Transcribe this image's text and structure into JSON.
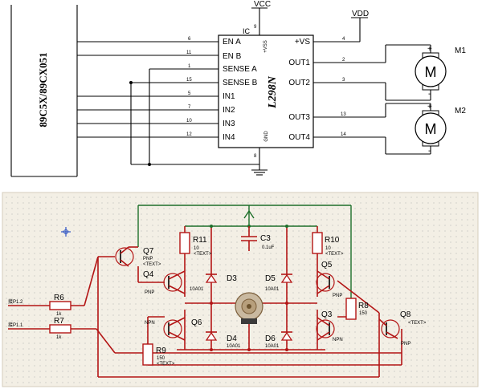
{
  "top": {
    "mcu_label": "89C5X/89CX051",
    "ic_label": "IC",
    "chip_name": "L298N",
    "vcc": "VCC",
    "vdd": "VDD",
    "vss_label": "+VSS",
    "gnd_label": "GND",
    "pin9": "9",
    "pin8": "8",
    "left_pins": [
      {
        "num": "6",
        "name": "EN A"
      },
      {
        "num": "11",
        "name": "EN B"
      },
      {
        "num": "1",
        "name": "SENSE A"
      },
      {
        "num": "15",
        "name": "SENSE B"
      },
      {
        "num": "5",
        "name": "IN1"
      },
      {
        "num": "7",
        "name": "IN2"
      },
      {
        "num": "10",
        "name": "IN3"
      },
      {
        "num": "12",
        "name": "IN4"
      }
    ],
    "right_pins": [
      {
        "num": "4",
        "name": "+VS"
      },
      {
        "num": "2",
        "name": "OUT1"
      },
      {
        "num": "3",
        "name": "OUT2"
      },
      {
        "num": "13",
        "name": "OUT3"
      },
      {
        "num": "14",
        "name": "OUT4"
      }
    ],
    "motors": [
      {
        "name": "M1",
        "symbol": "M",
        "plus": "+",
        "minus": "-"
      },
      {
        "name": "M2",
        "symbol": "M",
        "plus": "+",
        "minus": "-"
      }
    ]
  },
  "bottom": {
    "transistors": [
      {
        "ref": "Q7",
        "type": "PNP"
      },
      {
        "ref": "Q4",
        "type": "PNP"
      },
      {
        "ref": "Q6",
        "type": "NPN"
      },
      {
        "ref": "Q5",
        "type": "PNP"
      },
      {
        "ref": "Q3",
        "type": "NPN"
      },
      {
        "ref": "Q8",
        "type": "PNP"
      }
    ],
    "resistors": [
      {
        "ref": "R11",
        "value": "10"
      },
      {
        "ref": "R10",
        "value": "10"
      },
      {
        "ref": "R8",
        "value": "150"
      },
      {
        "ref": "R9",
        "value": "150"
      },
      {
        "ref": "R6",
        "value": "1k"
      },
      {
        "ref": "R7",
        "value": "1k"
      }
    ],
    "capacitor": {
      "ref": "C3",
      "value": "0.1uF"
    },
    "diodes": [
      {
        "ref": "D3",
        "value": "10A01"
      },
      {
        "ref": "D5",
        "value": "10A01"
      },
      {
        "ref": "D4",
        "value": "10A01"
      },
      {
        "ref": "D6",
        "value": "10A01"
      }
    ],
    "inputs": [
      "接P1.2",
      "接P1.1"
    ],
    "text_placeholder": "<TEXT>"
  }
}
